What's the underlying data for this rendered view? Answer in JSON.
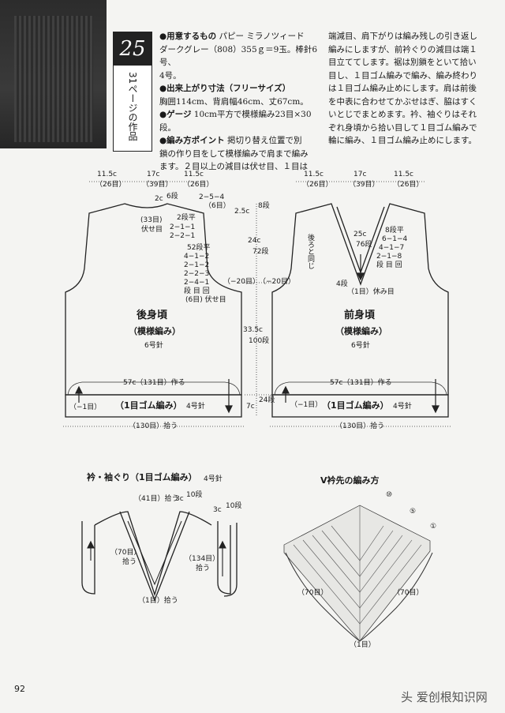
{
  "pattern_number": "25",
  "page_ref": "31ページの作品",
  "page_number": "92",
  "watermark": "头 爱创根知识网",
  "left_column": [
    {
      "bullet": "●",
      "label": "用意するもの",
      "text": " パピー ミラノツィード"
    },
    {
      "text": "ダークグレー（808）355ｇ＝9玉。棒針6号、"
    },
    {
      "text": "4号。"
    },
    {
      "bullet": "●",
      "label": "出来上がり寸法（フリーサイズ）",
      "text": ""
    },
    {
      "text": "胸囲114cm、背肩幅46cm、丈67cm。"
    },
    {
      "bullet": "●",
      "label": "ゲージ",
      "text": " 10cm平方で模様編み23目×30段。"
    },
    {
      "bullet": "●",
      "label": "編み方ポイント",
      "text": " 掲切り替え位置で別"
    },
    {
      "text": "鎖の作り目をして模様編みで肩まで編み"
    },
    {
      "text": "ます。２目以上の減目は伏せ目、１目は"
    }
  ],
  "right_column": [
    "端減目、肩下がりは編み残しの引き返し",
    "編みにしますが、前衿ぐりの減目は端１",
    "目立ててします。裾は別鎖をといて拾い",
    "目し、１目ゴム編みで編み、編み終わり",
    "は１目ゴム編み止めにします。肩は前後",
    "を中表に合わせてかぶせはぎ、脇はすく",
    "いとじでまとめます。衿、袖ぐりはそれ",
    "ぞれ身頃から拾い目して１目ゴム編みで",
    "輪に編み、１目ゴム編み止めにします。"
  ],
  "back": {
    "top_dims": [
      {
        "c": "11.5c",
        "m": "（26目）"
      },
      {
        "c": "17c",
        "m": "（39目）"
      },
      {
        "c": "11.5c",
        "m": "（26目）"
      }
    ],
    "neck_depth_c": "2c",
    "neck_depth_rows": "6段",
    "shoulder_slope": "2−5−4",
    "shoulder_count": "（6目）",
    "neck_bindoff": "(33目)",
    "neck_bindoff_label": "伏せ目",
    "neck_table": [
      "2段平",
      "2−1−1",
      "2−2−1"
    ],
    "arm_table": [
      "52段平",
      "4−1−2",
      "2−1−2",
      "2−2−3",
      "2−4−1",
      "段 目 回",
      "(6目) 伏せ目"
    ],
    "arm_minus": "（−20目）",
    "title": "後身頃",
    "stitch": "（模様編み）",
    "needle": "6号針",
    "cast_on": "57c（131目）作る",
    "rib_minus": "（−1目）",
    "rib_label": "（1目ゴム編み）",
    "rib_needle": "4号針",
    "pickup": "（130目）拾う"
  },
  "vertical_dims": [
    {
      "c": "2.5c",
      "rows": "8段"
    },
    {
      "c": "24c",
      "rows": "72段"
    },
    {
      "c": "33.5c",
      "rows": "100段"
    },
    {
      "c": "7c",
      "rows": "24段"
    }
  ],
  "mid_minus": "（−20目）",
  "front": {
    "top_dims": [
      {
        "c": "11.5c",
        "m": "（26目）"
      },
      {
        "c": "17c",
        "m": "（39目）"
      },
      {
        "c": "11.5c",
        "m": "（26目）"
      }
    ],
    "same_as_back": "後ろと同じ",
    "v_depth_c": "25c",
    "v_depth_rows": "76段",
    "v_table": [
      "8段平",
      "6−1−4",
      "4−1−7",
      "2−1−8",
      "段 目 回"
    ],
    "center_rows": "4段",
    "center_hold": "（1目）休み目",
    "title": "前身頃",
    "stitch": "（模様編み）",
    "needle": "6号針",
    "cast_on": "57c（131目）作る",
    "rib_minus": "（−1目）",
    "rib_label": "（1目ゴム編み）",
    "rib_needle": "4号針",
    "pickup": "（130目）拾う"
  },
  "collar": {
    "title": "衿・袖ぐり（1目ゴム編み）",
    "needle": "4号針",
    "back_pickup": "（41目）拾う",
    "collar_c": "3c",
    "collar_rows": "10段",
    "arm_c": "3c",
    "arm_rows": "10段",
    "side_pickup": "（70目）",
    "side_pickup2": "拾う",
    "center_pickup": "（1目）拾う",
    "arm_pickup": "（134目）",
    "arm_pickup2": "拾う"
  },
  "vneck": {
    "title": "V衿先の編み方",
    "marks": [
      "⑩",
      "⑤",
      "①"
    ],
    "left": "（70目）",
    "right": "（70目）",
    "center": "（1目）"
  }
}
